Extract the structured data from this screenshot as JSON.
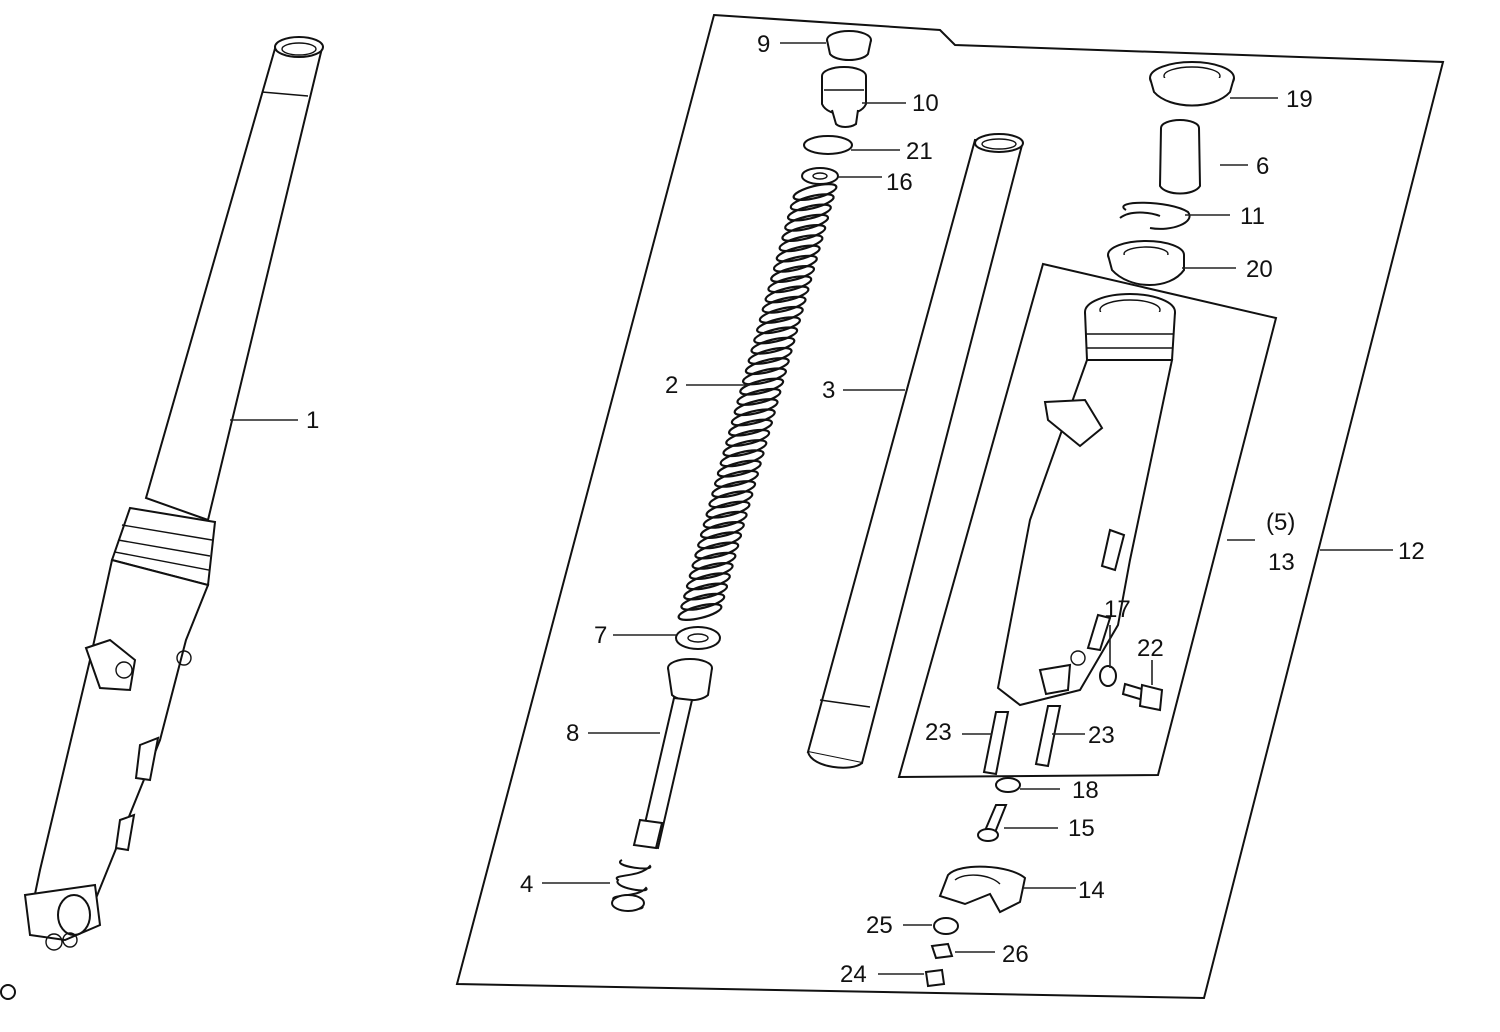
{
  "callouts": {
    "c1": "1",
    "c2": "2",
    "c3": "3",
    "c4": "4",
    "c5": "(5)",
    "c6": "6",
    "c7": "7",
    "c8": "8",
    "c9": "9",
    "c10": "10",
    "c11": "11",
    "c12": "12",
    "c13": "13",
    "c14": "14",
    "c15": "15",
    "c16": "16",
    "c17": "17",
    "c18": "18",
    "c19": "19",
    "c20": "20",
    "c21": "21",
    "c22": "22",
    "c23a": "23",
    "c23b": "23",
    "c24": "24",
    "c25": "25",
    "c26": "26"
  }
}
